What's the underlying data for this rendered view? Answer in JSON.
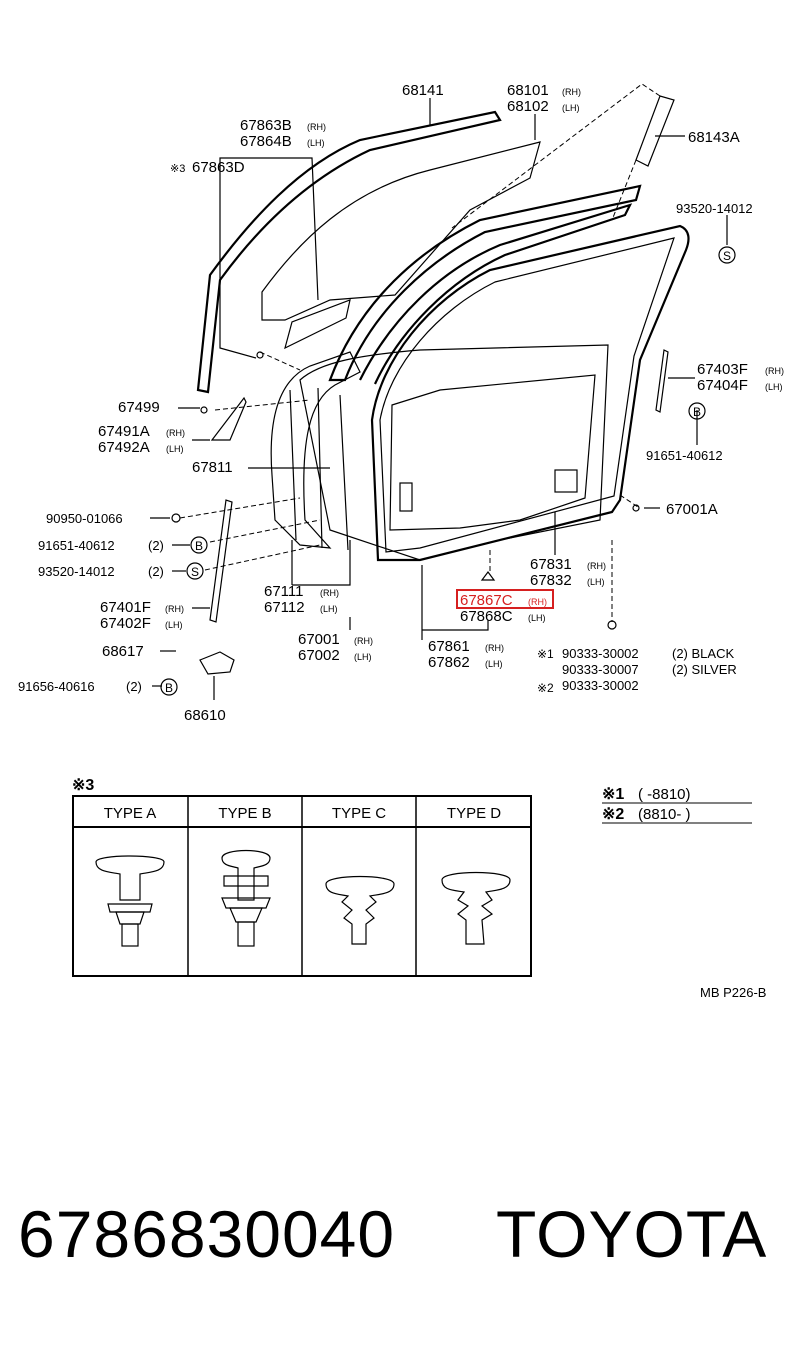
{
  "labels": {
    "p68141": "68141",
    "p68101": "68101",
    "p68102": "68102",
    "p68143a": "68143A",
    "p67863b": "67863B",
    "p67864b": "67864B",
    "p67863d": "67863D",
    "p93520_14012_top": "93520-14012",
    "p67499": "67499",
    "p67491a": "67491A",
    "p67492a": "67492A",
    "p67811": "67811",
    "p67403f": "67403F",
    "p67404f": "67404F",
    "p91651_40612_right": "91651-40612",
    "p90950": "90950-01066",
    "p91651_40612_left": "91651-40612",
    "p93520_14012_left": "93520-14012",
    "p67401f": "67401F",
    "p67402f": "67402F",
    "p68617": "68617",
    "p91656": "91656-40616",
    "p68610": "68610",
    "p67111": "67111",
    "p67112": "67112",
    "p67001": "67001",
    "p67002": "67002",
    "p67001a": "67001A",
    "p67831": "67831",
    "p67832": "67832",
    "p67867c": "67867C",
    "p67868c": "67868C",
    "p67861": "67861",
    "p67862": "67862",
    "qty2": "(2)",
    "rh": "(RH)",
    "lh": "(LH)",
    "s_b": "B",
    "s_s": "S",
    "note1_mark": "※1",
    "note1_a": "90333-30002",
    "note1_a_desc": "(2) BLACK",
    "note1_b": "90333-30007",
    "note1_b_desc": "(2) SILVER",
    "note2_mark": "※2",
    "note2_a": "90333-30002",
    "note3_mark": "※3"
  },
  "types_table": {
    "title": "※3",
    "columns": [
      "TYPE A",
      "TYPE B",
      "TYPE C",
      "TYPE D"
    ]
  },
  "legend": {
    "l1_mark": "※1",
    "l1_text": "(      -8810)",
    "l2_mark": "※2",
    "l2_text": "(8810-      )"
  },
  "ref_code": "MB P226-B",
  "highlight_color": "#d62020",
  "footer": {
    "part_number": "6786830040",
    "brand": "TOYOTA"
  }
}
